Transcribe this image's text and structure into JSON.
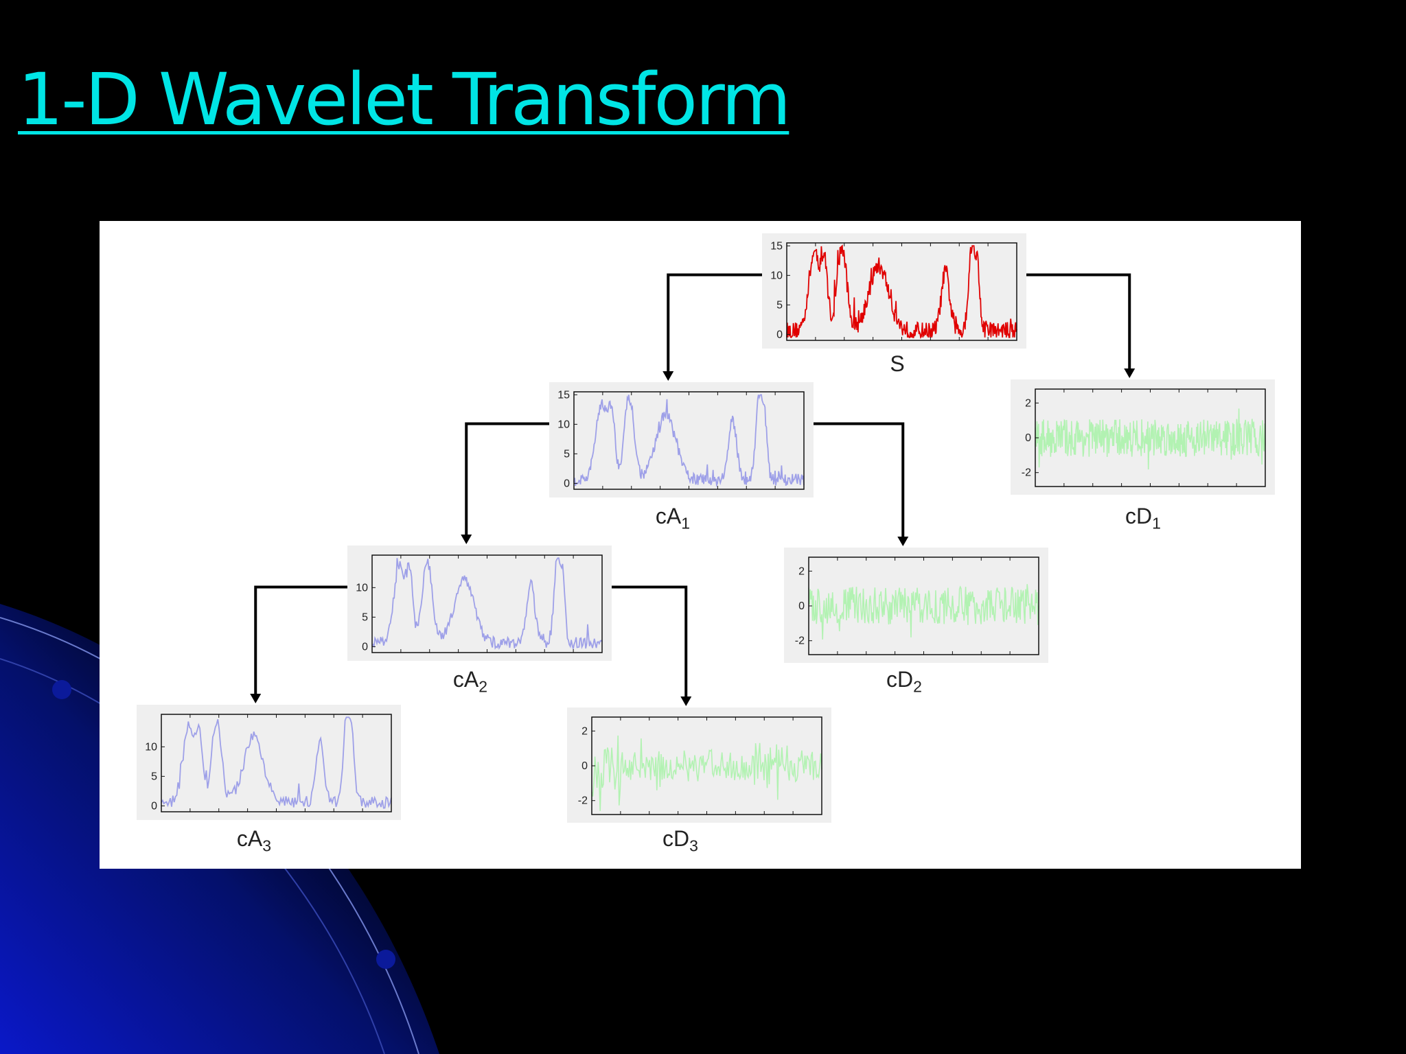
{
  "slide": {
    "title": "1-D Wavelet Transform",
    "title_color": "#00e5e5",
    "background_color": "#000000",
    "decoration_color": "#0a18b8"
  },
  "figure": {
    "nodes": [
      {
        "id": "S",
        "label": "S",
        "subscript": "",
        "kind": "signal",
        "color": "#e00000",
        "yticks": [
          "0",
          "5",
          "10",
          "15"
        ]
      },
      {
        "id": "cA1",
        "label": "cA",
        "subscript": "1",
        "kind": "approximation",
        "color": "#9ea0e8",
        "yticks": [
          "0",
          "5",
          "10",
          "15"
        ]
      },
      {
        "id": "cD1",
        "label": "cD",
        "subscript": "1",
        "kind": "detail",
        "color": "#b2f2b2",
        "yticks": [
          "-2",
          "0",
          "2"
        ]
      },
      {
        "id": "cA2",
        "label": "cA",
        "subscript": "2",
        "kind": "approximation",
        "color": "#9ea0e8",
        "yticks": [
          "0",
          "5",
          "10"
        ]
      },
      {
        "id": "cD2",
        "label": "cD",
        "subscript": "2",
        "kind": "detail",
        "color": "#b2f2b2",
        "yticks": [
          "-2",
          "0",
          "2"
        ]
      },
      {
        "id": "cA3",
        "label": "cA",
        "subscript": "3",
        "kind": "approximation",
        "color": "#9ea0e8",
        "yticks": [
          "0",
          "5",
          "10"
        ]
      },
      {
        "id": "cD3",
        "label": "cD",
        "subscript": "3",
        "kind": "detail",
        "color": "#b2f2b2",
        "yticks": [
          "-2",
          "0",
          "2"
        ]
      }
    ],
    "edges": [
      {
        "from": "S",
        "to": "cA1"
      },
      {
        "from": "S",
        "to": "cD1"
      },
      {
        "from": "cA1",
        "to": "cA2"
      },
      {
        "from": "cA1",
        "to": "cD2"
      },
      {
        "from": "cA2",
        "to": "cA3"
      },
      {
        "from": "cA2",
        "to": "cD3"
      }
    ]
  }
}
